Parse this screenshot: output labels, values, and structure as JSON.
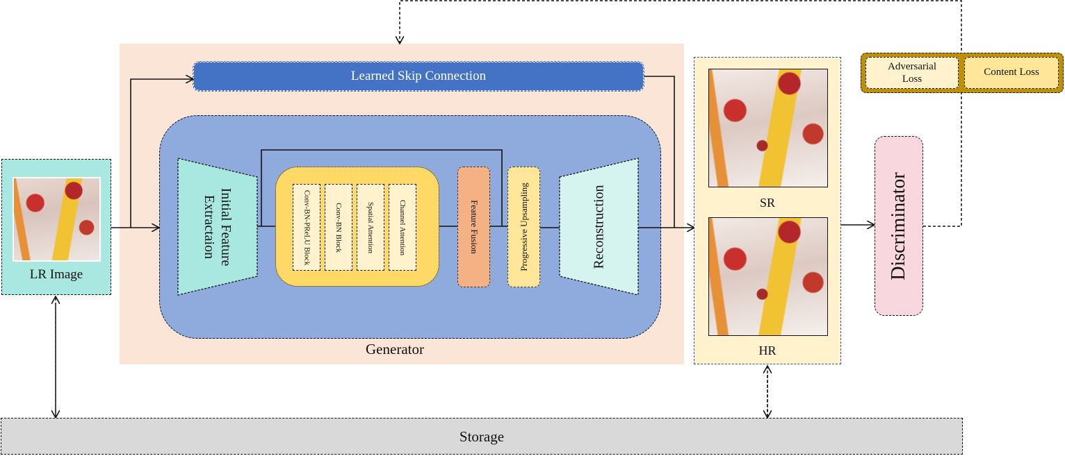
{
  "labels": {
    "lr_image": "LR Image",
    "learned_skip": "Learned Skip Connection",
    "initial_feature": "Initial Feature Extractaion",
    "block_conv_bn_prelu": "Conv-BN-PReLU Block",
    "block_conv_bn": "Conv-BN Block",
    "block_spatial": "Spatial Attention",
    "block_channel": "Channel Attention",
    "feature_fusion": "Feature Fusion",
    "progressive_upsampling": "Progressive Upsampling",
    "reconstruction": "Reconstruction",
    "generator": "Generator",
    "sr": "SR",
    "hr": "HR",
    "adversarial_loss": "Adversarial Loss",
    "content_loss": "Content Loss",
    "discriminator": "Discriminator",
    "storage": "Storage"
  },
  "colors": {
    "generator_bg": "#fbe5d6",
    "generator_inner": "#8faadc",
    "skip_bar": "#4472c4",
    "lr_box": "#a9e8e0",
    "trapezoid_left": "#a9e8e0",
    "trapezoid_right": "#d5f3ef",
    "residual_group": "#ffd966",
    "residual_block": "#fff2cc",
    "feature_fusion": "#f4b183",
    "upsampling": "#ffe699",
    "output_panel": "#fff2cc",
    "loss_frame": "#bf9000",
    "loss_box": "#fff2cc",
    "discriminator": "#f8d7df",
    "storage": "#d9d9d9"
  }
}
